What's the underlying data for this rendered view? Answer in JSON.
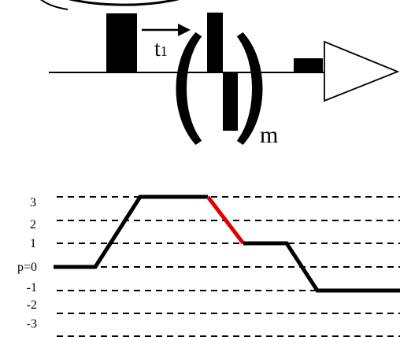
{
  "pulse_sequence": {
    "t1_label": "t",
    "t1_subscript": "1",
    "loop_label": "m"
  },
  "coherence_diagram": {
    "level_labels": [
      "3",
      "2",
      "1",
      "p=0",
      "-1",
      "-2",
      "-3"
    ],
    "pathway_color": "#000000",
    "highlight_color": "#e00000"
  }
}
